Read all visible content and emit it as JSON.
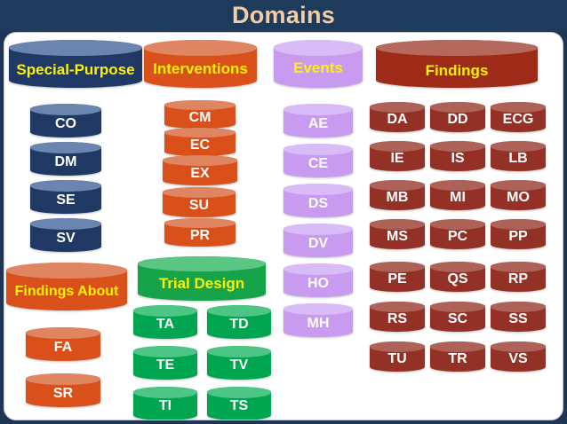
{
  "header": {
    "title": "Domains",
    "bg": "#1F3B5B",
    "title_color": "#F3CDA8"
  },
  "groups": [
    {
      "key": "special_purpose",
      "title": "Special-Purpose",
      "color": "#1F3864",
      "title_color": "#FFF200",
      "items": [
        "CO",
        "DM",
        "SE",
        "SV"
      ]
    },
    {
      "key": "interventions",
      "title": "Interventions",
      "color": "#D9501A",
      "title_color": "#FFF200",
      "items": [
        "CM",
        "EC",
        "EX",
        "SU",
        "PR"
      ]
    },
    {
      "key": "events",
      "title": "Events",
      "color": "#C89AF0",
      "title_color": "#FFF200",
      "items": [
        "AE",
        "CE",
        "DS",
        "DV",
        "HO",
        "MH"
      ]
    },
    {
      "key": "findings",
      "title": "Findings",
      "color": "#9E2B18",
      "title_color": "#FFF200",
      "items": [
        "DA",
        "DD",
        "ECG",
        "IE",
        "IS",
        "LB",
        "MB",
        "MI",
        "MO",
        "MS",
        "PC",
        "PP",
        "PE",
        "QS",
        "RP",
        "RS",
        "SC",
        "SS",
        "TU",
        "TR",
        "VS"
      ]
    },
    {
      "key": "findings_about",
      "title": "Findings About",
      "color": "#D9501A",
      "title_color": "#FFF200",
      "items": [
        "FA",
        "SR"
      ]
    },
    {
      "key": "trial_design",
      "title": "Trial Design",
      "color": "#16A34A",
      "title_color": "#FFF200",
      "items": [
        "TA",
        "TD",
        "TE",
        "TV",
        "TI",
        "TS"
      ]
    }
  ]
}
